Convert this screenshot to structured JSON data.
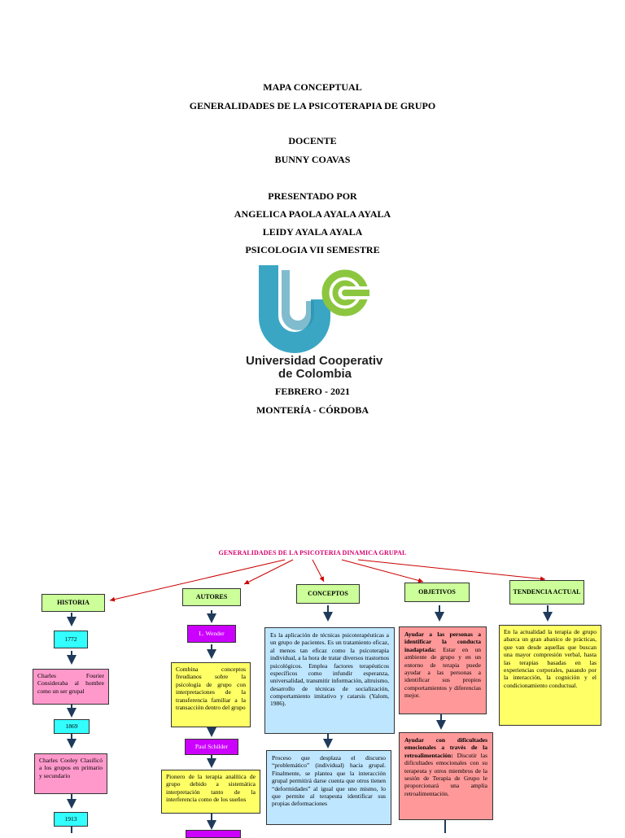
{
  "cover": {
    "title1": "MAPA CONCEPTUAL",
    "title2": "GENERALIDADES DE LA PSICOTERAPIA DE GRUPO",
    "docente_label": "DOCENTE",
    "docente": "BUNNY COAVAS",
    "presentado_label": "PRESENTADO POR",
    "author1": "ANGELICA PAOLA AYALA AYALA",
    "author2": "LEIDY AYALA AYALA",
    "course": "PSICOLOGIA VII SEMESTRE",
    "university_line1": "Universidad Cooperativa",
    "university_line2": "de Colombia",
    "date": "FEBRERO - 2021",
    "place": "MONTERÍA - CÓRDOBA"
  },
  "map": {
    "title": "GENERALIDADES DE LA PSICOTERIA DINAMICA GRUPAL",
    "historia": {
      "header": "HISTORIA",
      "y1": "1772",
      "t1": "Charles Fourier Consideraba al hombre como un ser grupal",
      "y2": "1869",
      "t2": "Charles Cooley Clasificó a los grupos en primario y secundario",
      "y3": "1913"
    },
    "autores": {
      "header": "AUTORES",
      "a1": "L. Wender",
      "t1": "Combina conceptos freudianos sobre la psicología de grupo con interpretaciones de la transferencia familiar a la transacción dentro del grupo",
      "a2": "Paul Schilder",
      "t2": "Pionero de la terapia analítica de grupo debido a sistemática interpretación tanto de la interferencia como de los sueños"
    },
    "conceptos": {
      "header": "CONCEPTOS",
      "t1": "Es la aplicación de técnicas psicoterapéuticas a un grupo de pacientes. Es un tratamiento eficaz, al menos tan eficaz como la psicoterapia individual, a la hora de tratar diversos trastornos psicológicos. Emplea factores terapéuticos específicos como infundir esperanza, universalidad, transmitir información, altruismo, desarrollo de técnicas de socialización, comportamiento imitativo y catarsis (Yalom, 1986).",
      "t2": "Proceso que desplaza el discurso “problemático” (individual) hacia grupal. Finalmente, se plantea que la interacción grupal permitirá darse cuenta que otros tienen “deformidades” al igual que uno mismo, lo que permite al terapeuta identificar sus propias deformaciones"
    },
    "objetivos": {
      "header": "OBJETIVOS",
      "lead1": "Ayudar a las personas a identificar la conducta inadaptada:",
      "t1": "Estar en un ambiente de grupo y en un entorno de terapia puede ayudar a las personas a identificar sus propios comportamientos y diferencias mejor.",
      "lead2": "Ayudar con dificultades emocionales a través de la retroalimentación:",
      "t2": "Discutir las dificultades emocionales con su terapeuta y otros miembros de la sesión de Terapia de Grupo le proporcionará una amplia retroalimentación."
    },
    "tendencia": {
      "header": "TENDENCIA ACTUAL",
      "t1": "En la actualidad la terapia de grupo abarca un gran abanico de prácticas, que van desde aquellas que buscan una mayor compresión verbal, hasta las terapias basadas en las experiencias corporales, pasando por la interacción, la cognición y el condicionamiento conductual."
    }
  }
}
